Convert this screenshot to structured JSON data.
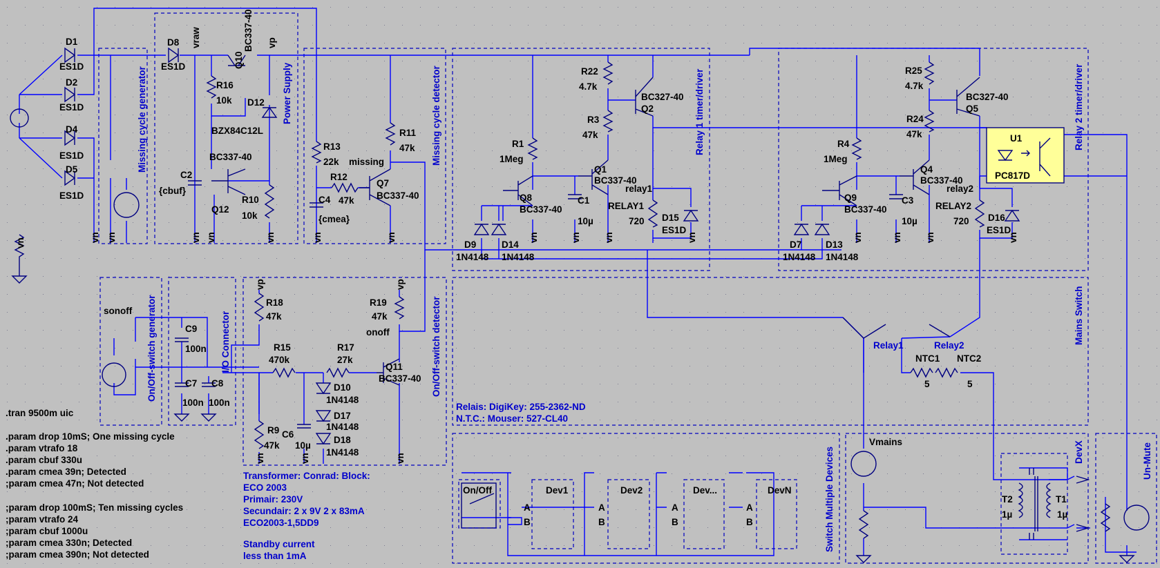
{
  "colors": {
    "background": "#c0c0c0",
    "wire": "#0000ff",
    "component": "#000080",
    "section_label": "#0000cc",
    "optocoupler_fill": "#ffff99"
  },
  "ground_symbol": {
    "net": "vn"
  },
  "grid_dots": {
    "step": 26,
    "color": "#7a7a90"
  },
  "nets": {
    "vraw": "vraw",
    "vp": "vp",
    "vn": "vn",
    "missing": "missing",
    "onoff": "onoff",
    "sonoff": "sonoff",
    "relay1": "relay1",
    "relay2": "relay2"
  },
  "sections": {
    "missing_cycle_generator": "Missing cycle generator",
    "power_supply": "Power Supply",
    "missing_cycle_detector": "Missing cycle detector",
    "relay1_driver": "Relay 1 timer/driver",
    "relay2_driver": "Relay 2 timer/driver",
    "onoff_generator": "On/Off-switch generator",
    "io_connector": "I/O Connector",
    "onoff_detector": "On/Off-switch detector",
    "mains_switch": "Mains Switch",
    "switch_multiple": "Switch Multiple Devices",
    "devx": "DevX",
    "unmute": "Un-Mute"
  },
  "components": {
    "D1": {
      "ref": "D1",
      "val": "ES1D"
    },
    "D2": {
      "ref": "D2",
      "val": "ES1D"
    },
    "D4": {
      "ref": "D4",
      "val": "ES1D"
    },
    "D5": {
      "ref": "D5",
      "val": "ES1D"
    },
    "D8": {
      "ref": "D8",
      "val": "ES1D"
    },
    "Q10": {
      "ref": "Q10",
      "val": "BC337-40"
    },
    "R16": {
      "ref": "R16",
      "val": "10k"
    },
    "D12": {
      "ref": "D12",
      "val": "BZX84C12L"
    },
    "C2": {
      "ref": "C2",
      "val": "{cbuf}"
    },
    "Q12": {
      "ref": "Q12",
      "val": "BC337-40"
    },
    "R10": {
      "ref": "R10",
      "val": "10k"
    },
    "R13": {
      "ref": "R13",
      "val": "22k"
    },
    "R12": {
      "ref": "R12",
      "val": "47k"
    },
    "C4": {
      "ref": "C4",
      "val": "{cmea}"
    },
    "R11": {
      "ref": "R11",
      "val": "47k"
    },
    "Q7": {
      "ref": "Q7",
      "val": "BC337-40"
    },
    "R22": {
      "ref": "R22",
      "val": "4.7k"
    },
    "R3": {
      "ref": "R3",
      "val": "47k"
    },
    "Q2": {
      "ref": "Q2",
      "val": "BC327-40"
    },
    "R1": {
      "ref": "R1",
      "val": "1Meg"
    },
    "Q1": {
      "ref": "Q1",
      "val": "BC337-40"
    },
    "Q8": {
      "ref": "Q8",
      "val": "BC337-40"
    },
    "C1": {
      "ref": "C1",
      "val": "10µ"
    },
    "RELAY1": {
      "ref": "RELAY1",
      "val": "720"
    },
    "D15": {
      "ref": "D15",
      "val": "ES1D"
    },
    "D9": {
      "ref": "D9",
      "val": "1N4148"
    },
    "D14": {
      "ref": "D14",
      "val": "1N4148"
    },
    "R25": {
      "ref": "R25",
      "val": "4.7k"
    },
    "R24": {
      "ref": "R24",
      "val": "47k"
    },
    "Q5": {
      "ref": "Q5",
      "val": "BC327-40"
    },
    "R4": {
      "ref": "R4",
      "val": "1Meg"
    },
    "Q4": {
      "ref": "Q4",
      "val": "BC337-40"
    },
    "Q9": {
      "ref": "Q9",
      "val": "BC337-40"
    },
    "C3": {
      "ref": "C3",
      "val": "10µ"
    },
    "RELAY2": {
      "ref": "RELAY2",
      "val": "720"
    },
    "D16": {
      "ref": "D16",
      "val": "ES1D"
    },
    "D7": {
      "ref": "D7",
      "val": "1N4148"
    },
    "D13": {
      "ref": "D13",
      "val": "1N4148"
    },
    "U1": {
      "ref": "U1",
      "val": "PC817D"
    },
    "C9": {
      "ref": "C9",
      "val": "100n"
    },
    "C7": {
      "ref": "C7",
      "val": "100n"
    },
    "C8": {
      "ref": "C8",
      "val": "100n"
    },
    "R18": {
      "ref": "R18",
      "val": "47k"
    },
    "R19": {
      "ref": "R19",
      "val": "47k"
    },
    "R15": {
      "ref": "R15",
      "val": "470k"
    },
    "R17": {
      "ref": "R17",
      "val": "27k"
    },
    "Q11": {
      "ref": "Q11",
      "val": "BC337-40"
    },
    "R9": {
      "ref": "R9",
      "val": "47k"
    },
    "C6": {
      "ref": "C6",
      "val": "10µ"
    },
    "D10": {
      "ref": "D10",
      "val": "1N4148"
    },
    "D17": {
      "ref": "D17",
      "val": "1N4148"
    },
    "D18": {
      "ref": "D18",
      "val": "1N4148"
    },
    "Relay1sw": {
      "ref": "Relay1"
    },
    "Relay2sw": {
      "ref": "Relay2"
    },
    "NTC1": {
      "ref": "NTC1",
      "val": "5"
    },
    "NTC2": {
      "ref": "NTC2",
      "val": "5"
    },
    "Vmains": {
      "ref": "Vmains"
    },
    "T2": {
      "ref": "T2",
      "val": "1µ"
    },
    "T1": {
      "ref": "T1",
      "val": "1µ"
    }
  },
  "devices": {
    "onoff": "On/Off",
    "dev1": "Dev1",
    "dev2": "Dev2",
    "dev3": "Dev...",
    "devn": "DevN",
    "pinA": "A",
    "pinB": "B"
  },
  "notes": {
    "relais": "Relais: DigiKey: 255-2362-ND",
    "ntc": "N.T.C.: Mouser: 527-CL40",
    "tran": ".tran 9500m uic",
    "spice1": [
      ".param drop 10mS; One missing cycle",
      ".param vtrafo 18",
      ".param cbuf 330u",
      ".param cmea 39n; Detected",
      ";param cmea 47n; Not detected"
    ],
    "spice2": [
      ";param drop 100mS; Ten missing cycles",
      ";param vtrafo 24",
      ";param cbuf 1000u",
      ";param cmea 330n; Detected",
      ";param cmea 390n; Not detected"
    ],
    "transformer": [
      "Transformer: Conrad: Block:",
      "ECO 2003",
      "Primair: 230V",
      "Secundair: 2 x 9V 2 x 83mA",
      "ECO2003-1,5DD9"
    ],
    "standby": [
      "Standby current",
      "less than 1mA"
    ]
  }
}
